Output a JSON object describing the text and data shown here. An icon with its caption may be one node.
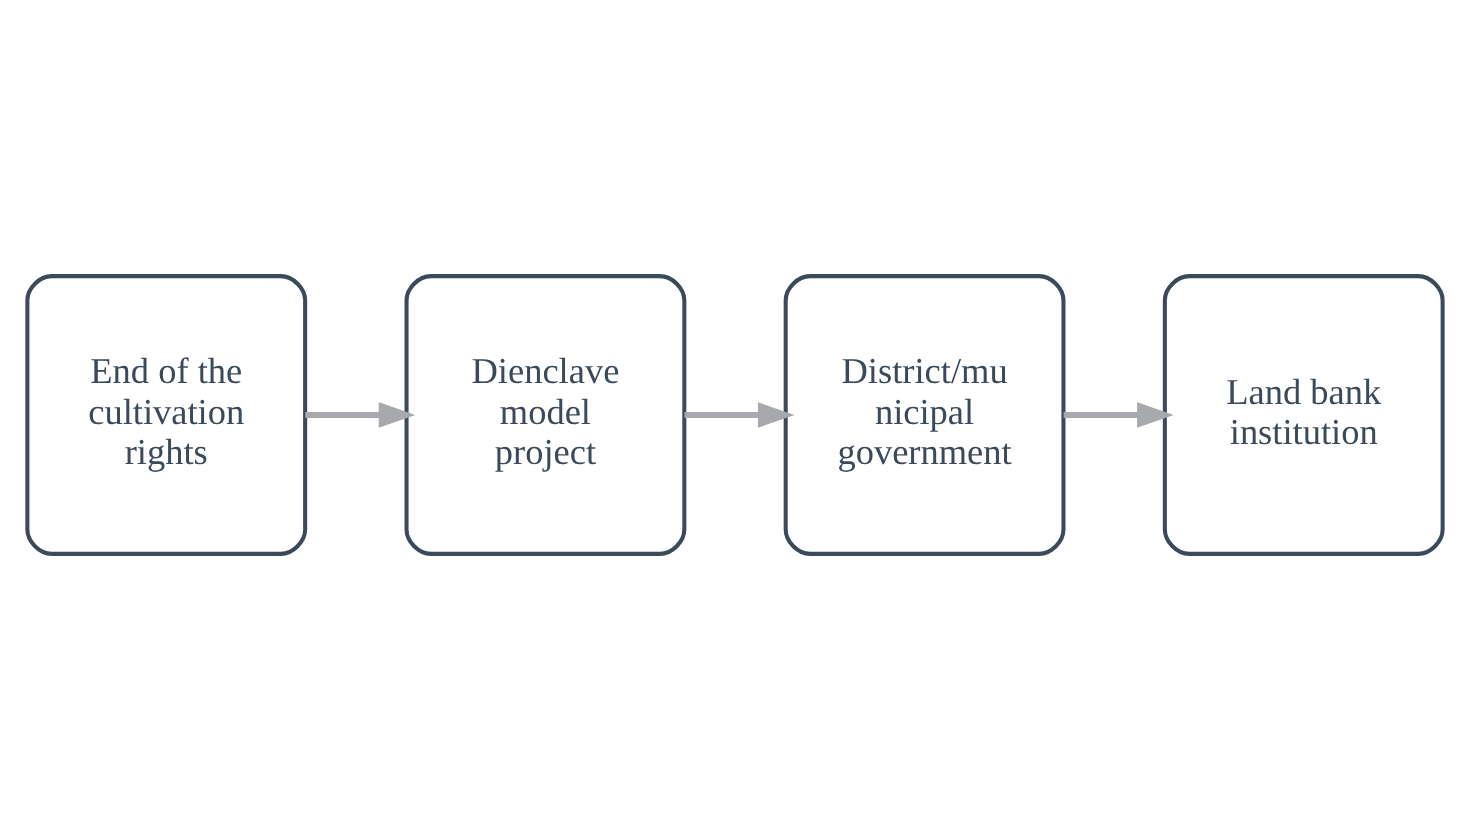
{
  "diagram": {
    "nodes": [
      {
        "text": [
          "End of the cultivation rights"
        ]
      },
      {
        "text": [
          "Dienclave model project"
        ]
      },
      {
        "text": [
          "District/mu nicipal government"
        ]
      },
      {
        "text": [
          "Land bank institution"
        ]
      }
    ],
    "edges": [
      {
        "from": 0,
        "to": 1,
        "arrow": "to"
      },
      {
        "from": 1,
        "to": 2,
        "arrow": "to"
      },
      {
        "from": 2,
        "to": 3,
        "arrow": "to"
      }
    ]
  }
}
